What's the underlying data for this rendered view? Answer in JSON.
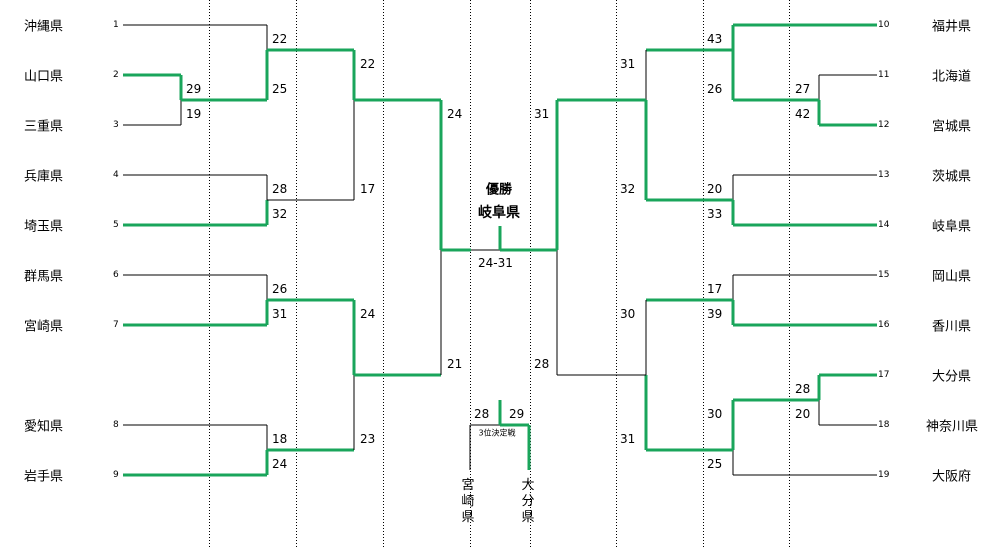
{
  "left_teams": [
    {
      "seed": "1",
      "name": "沖縄県"
    },
    {
      "seed": "2",
      "name": "山口県"
    },
    {
      "seed": "3",
      "name": "三重県"
    },
    {
      "seed": "4",
      "name": "兵庫県"
    },
    {
      "seed": "5",
      "name": "埼玉県"
    },
    {
      "seed": "6",
      "name": "群馬県"
    },
    {
      "seed": "7",
      "name": "宮崎県"
    },
    {
      "seed": "8",
      "name": "愛知県"
    },
    {
      "seed": "9",
      "name": "岩手県"
    }
  ],
  "right_teams": [
    {
      "seed": "10",
      "name": "福井県"
    },
    {
      "seed": "11",
      "name": "北海道"
    },
    {
      "seed": "12",
      "name": "宮城県"
    },
    {
      "seed": "13",
      "name": "茨城県"
    },
    {
      "seed": "14",
      "name": "岐阜県"
    },
    {
      "seed": "15",
      "name": "岡山県"
    },
    {
      "seed": "16",
      "name": "香川県"
    },
    {
      "seed": "17",
      "name": "大分県"
    },
    {
      "seed": "18",
      "name": "神奈川県"
    },
    {
      "seed": "19",
      "name": "大阪府"
    }
  ],
  "scores": {
    "l_2_3_top": "29",
    "l_2_3_bot": "19",
    "l_1_23_top": "22",
    "l_1_23_bot": "25",
    "l_45_top": "28",
    "l_45_bot": "32",
    "l_67_top": "26",
    "l_67_bot": "31",
    "l_89_top": "18",
    "l_89_bot": "24",
    "l_qf1_top": "22",
    "l_qf1_bot": "17",
    "l_qf2_top": "24",
    "l_qf2_bot": "23",
    "l_sf_top": "24",
    "l_sf_bot": "21",
    "r_10_top": "43",
    "r_10_bot": "26",
    "r_11_12_top": "27",
    "r_11_12_bot": "42",
    "r_13_14_top": "20",
    "r_13_14_bot": "33",
    "r_15_16_top": "17",
    "r_15_16_bot": "39",
    "r_17_18_top": "28",
    "r_17_18_bot": "20",
    "r_19_top": "30",
    "r_19_bot": "25",
    "r_qf1_top": "31",
    "r_qf1_bot": "32",
    "r_qf2_top": "30",
    "r_qf2_bot": "31",
    "r_sf_top": "31",
    "r_sf_bot": "28"
  },
  "final": {
    "winner_label": "優勝",
    "winner_name": "岐阜県",
    "score": "24-31"
  },
  "third_place": {
    "label": "3位決定戦",
    "left_score": "28",
    "right_score": "29",
    "left_team": "宮崎県",
    "right_team": "大分県"
  },
  "colors": {
    "winner_line": "#1aa55b",
    "normal_line": "#000000",
    "grid_line": "#000000"
  }
}
